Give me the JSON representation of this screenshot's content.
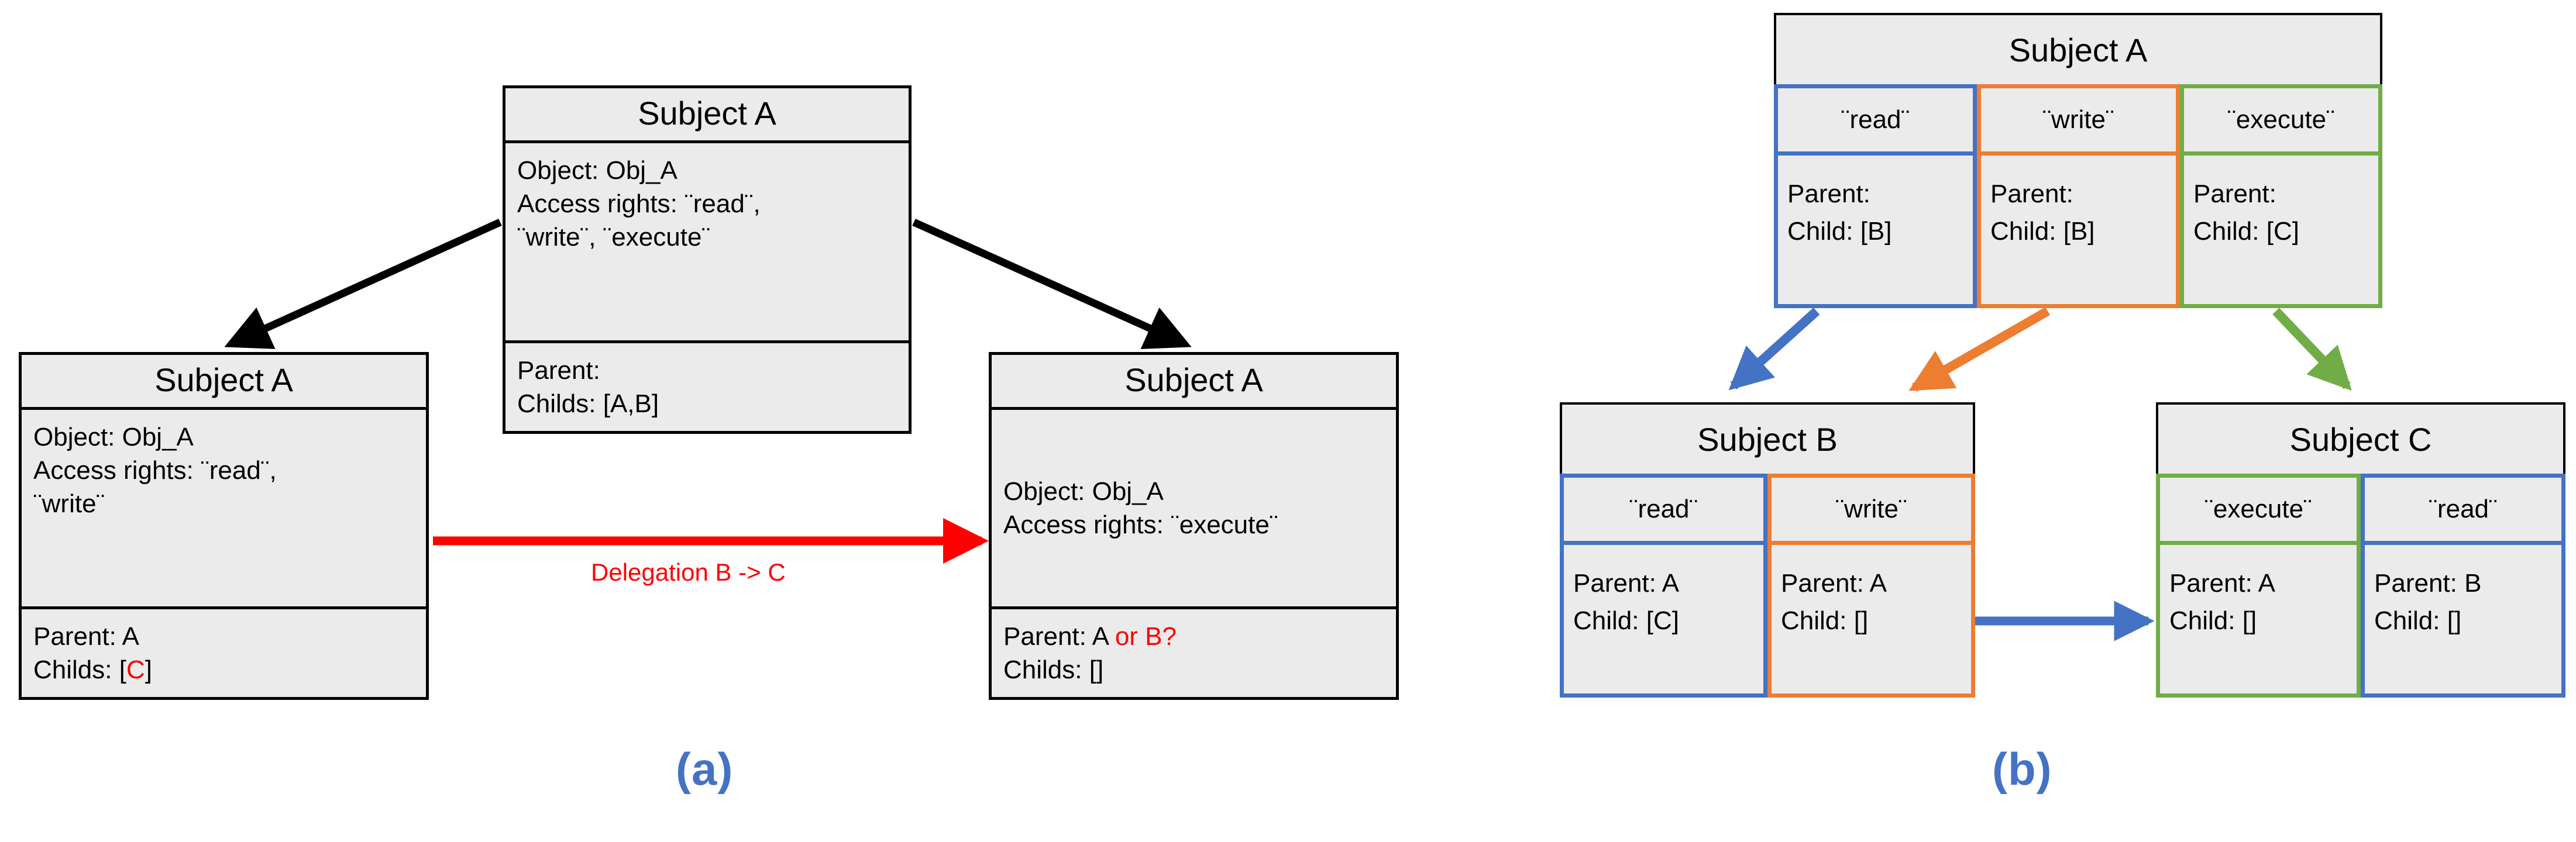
{
  "figure": {
    "panels": [
      {
        "id": "a",
        "label": "(a)"
      },
      {
        "id": "b",
        "label": "(b)"
      }
    ]
  },
  "colors": {
    "blue": "#4472c4",
    "orange": "#ed7d31",
    "green": "#70ad47",
    "red": "#ff0000",
    "box_fill": "#ebebeb",
    "box_border": "#000000"
  },
  "panel_a": {
    "top_box": {
      "title": "Subject A",
      "object_line": "Object: Obj_A",
      "rights_line_1": "Access rights: ¨read¨,",
      "rights_line_2": "¨write¨, ¨execute¨",
      "parent_line": "Parent:",
      "childs_line": "Childs: [A,B]"
    },
    "left_box": {
      "title": "Subject A",
      "object_line": "Object: Obj_A",
      "rights_line_1": "Access rights: ¨read¨,",
      "rights_line_2": "¨write¨",
      "parent_line": "Parent: A",
      "childs_prefix": "Childs: [",
      "childs_value": "C",
      "childs_suffix": "]"
    },
    "right_box": {
      "title": "Subject A",
      "object_line": "Object: Obj_A",
      "rights_line_1": "Access rights: ¨execute¨",
      "parent_prefix": "Parent: A ",
      "parent_highlight": "or B?",
      "childs_line": "Childs: []"
    },
    "delegation_arrow": {
      "label": "Delegation B -> C",
      "color": "#ff0000",
      "from": "left_box",
      "to": "right_box"
    },
    "inherit_arrows": [
      {
        "from": "top_box",
        "to": "left_box",
        "color": "#000000"
      },
      {
        "from": "top_box",
        "to": "right_box",
        "color": "#000000"
      }
    ]
  },
  "panel_b": {
    "subject_a": {
      "title": "Subject A",
      "columns": [
        {
          "right": "¨read¨",
          "color": "blue",
          "parent": "Parent:",
          "child": "Child: [B]"
        },
        {
          "right": "¨write¨",
          "color": "orange",
          "parent": "Parent:",
          "child": "Child: [B]"
        },
        {
          "right": "¨execute¨",
          "color": "green",
          "parent": "Parent:",
          "child": "Child: [C]"
        }
      ]
    },
    "subject_b": {
      "title": "Subject B",
      "columns": [
        {
          "right": "¨read¨",
          "color": "blue",
          "parent": "Parent: A",
          "child": "Child: [C]"
        },
        {
          "right": "¨write¨",
          "color": "orange",
          "parent": "Parent: A",
          "child": "Child: []"
        }
      ]
    },
    "subject_c": {
      "title": "Subject C",
      "columns": [
        {
          "right": "¨execute¨",
          "color": "green",
          "parent": "Parent: A",
          "child": "Child: []"
        },
        {
          "right": "¨read¨",
          "color": "blue",
          "parent": "Parent: B",
          "child": "Child: []"
        }
      ]
    },
    "arrows": [
      {
        "from": "subject_a.read",
        "to": "subject_b",
        "color": "#4472c4"
      },
      {
        "from": "subject_a.write",
        "to": "subject_b",
        "color": "#ed7d31"
      },
      {
        "from": "subject_a.execute",
        "to": "subject_c",
        "color": "#70ad47"
      },
      {
        "from": "subject_b.read",
        "to": "subject_c",
        "color": "#4472c4"
      }
    ]
  }
}
